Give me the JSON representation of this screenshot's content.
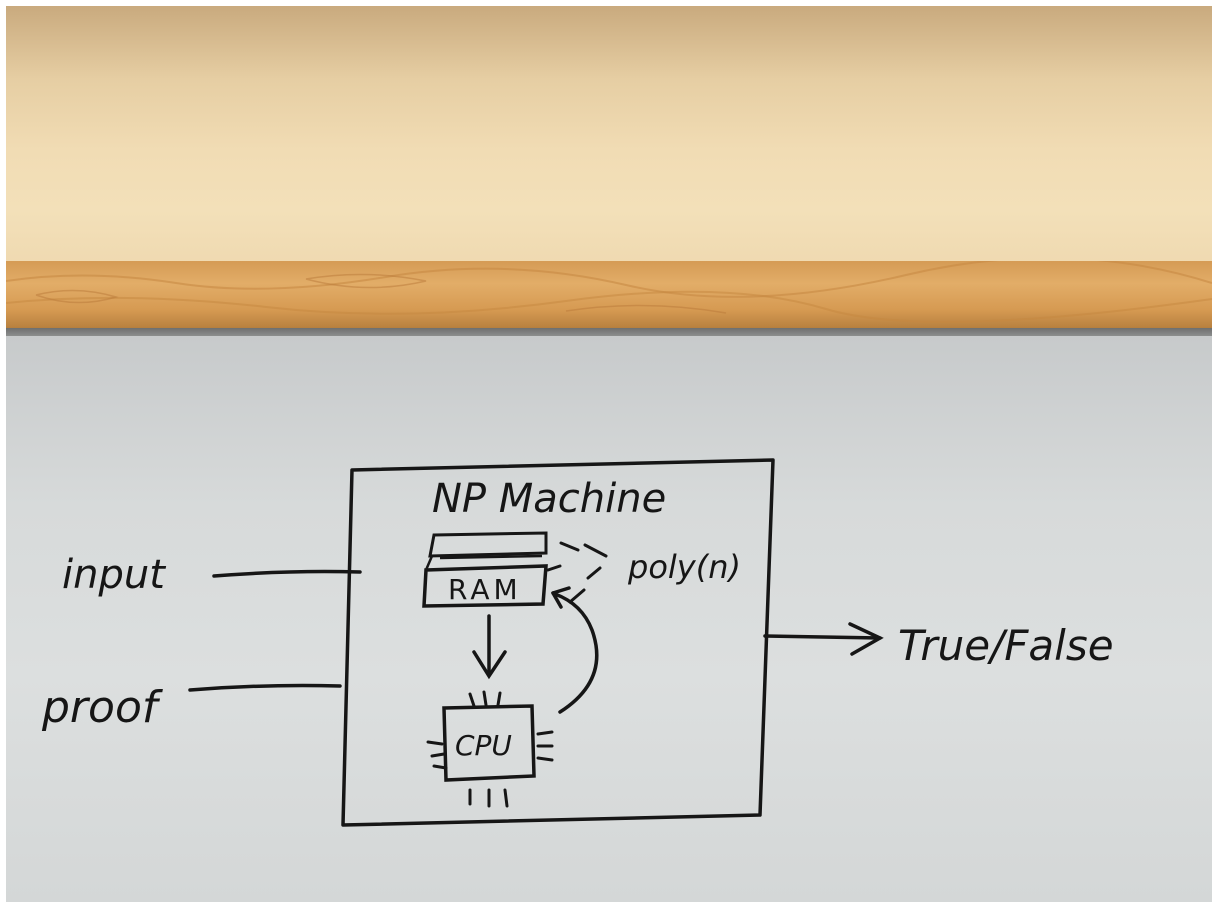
{
  "diagram": {
    "title": "NP Machine",
    "inputs": [
      "input",
      "proof"
    ],
    "memory_label": "RAM",
    "processor_label": "CPU",
    "bound_label": "poly(n)",
    "output_label": "True/False"
  },
  "colors": {
    "ink": "#161616",
    "board": "#d8dbdb",
    "wall": "#f1dcb4",
    "tray": "#dca35e"
  }
}
